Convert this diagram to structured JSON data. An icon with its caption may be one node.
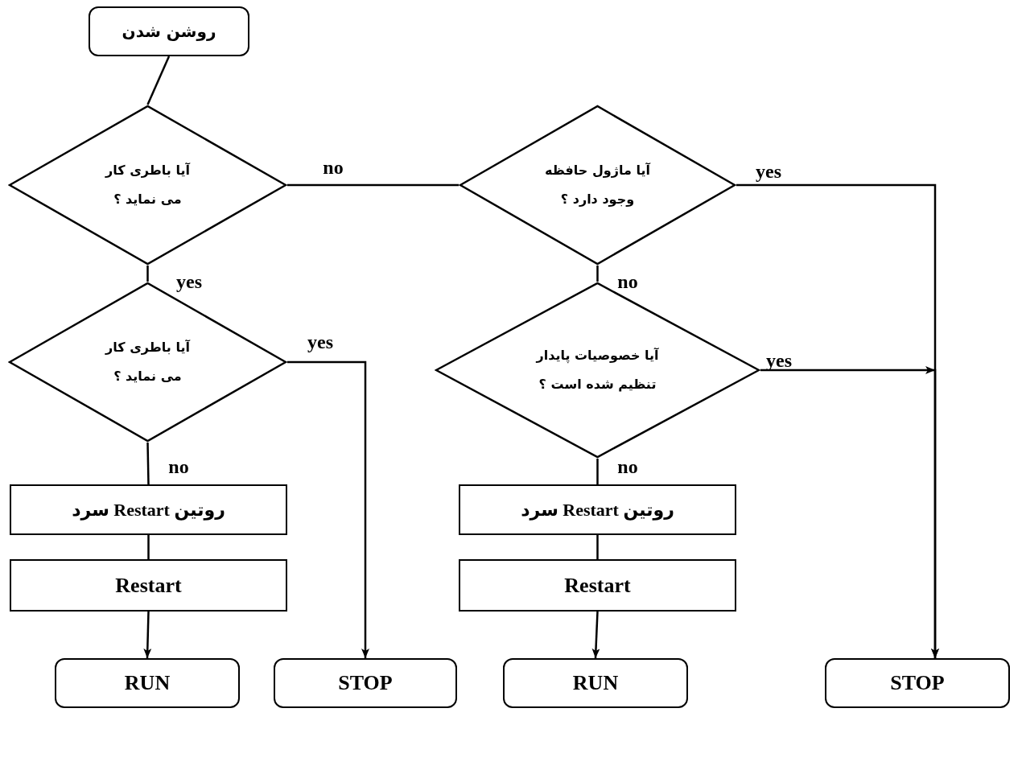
{
  "diagram": {
    "nodes": [
      {
        "text": [
          "روشن شدن"
        ]
      },
      {
        "text": [
          "آیا باطری کار می نماید ؟"
        ]
      },
      {
        "text": [
          "آیا باطری کار می نماید ؟"
        ]
      },
      {
        "text": [
          "روتین Restart سرد"
        ]
      },
      {
        "text": [
          "Restart"
        ]
      },
      {
        "text": [
          "RUN"
        ]
      },
      {
        "text": [
          "STOP"
        ]
      },
      {
        "text": [
          "آیا ماژول حافظه وجود دارد ؟"
        ]
      },
      {
        "text": [
          "آیا خصوصیات پایدار تنظیم شده است ؟"
        ]
      },
      {
        "text": [
          "روتین Restart سرد"
        ]
      },
      {
        "text": [
          "Restart"
        ]
      },
      {
        "text": [
          "RUN"
        ]
      },
      {
        "text": [
          "STOP"
        ]
      }
    ],
    "edges": [
      {
        "from": 0,
        "to": 1,
        "arrow": "none"
      },
      {
        "from": 1,
        "to": 7,
        "arrow": "none",
        "label": "no"
      },
      {
        "from": 1,
        "to": 2,
        "arrow": "none",
        "label": "yes"
      },
      {
        "from": 2,
        "to": 6,
        "arrow": "to",
        "label": "yes"
      },
      {
        "from": 2,
        "to": 3,
        "arrow": "none",
        "label": "no"
      },
      {
        "from": 3,
        "to": 4,
        "arrow": "none"
      },
      {
        "from": 4,
        "to": 5,
        "arrow": "to"
      },
      {
        "from": 7,
        "to": 12,
        "arrow": "to",
        "label": "yes"
      },
      {
        "from": 7,
        "to": 8,
        "arrow": "none",
        "label": "no"
      },
      {
        "from": 8,
        "to": 12,
        "arrow": "to",
        "label": "yes"
      },
      {
        "from": 8,
        "to": 9,
        "arrow": "none",
        "label": "no"
      },
      {
        "from": 9,
        "to": 10,
        "arrow": "none"
      },
      {
        "from": 10,
        "to": 11,
        "arrow": "to"
      }
    ]
  }
}
